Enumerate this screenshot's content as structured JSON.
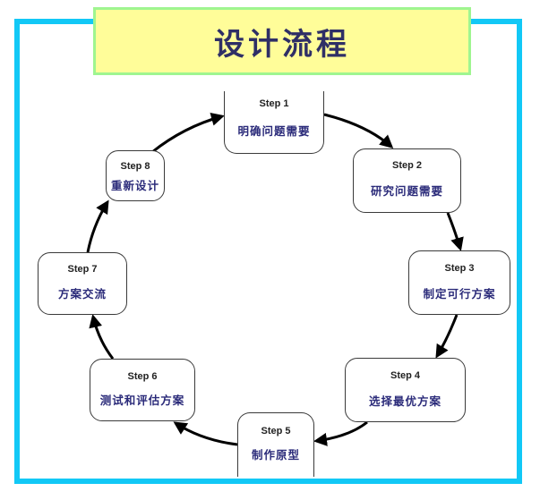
{
  "title": "设计流程",
  "colors": {
    "frame_border": "#12c8f6",
    "title_background": "#fffd99",
    "title_border": "#9ff590",
    "title_text": "#2f2f66",
    "step_text": "#2b2b7a"
  },
  "steps": [
    {
      "number": "Step 1",
      "text": "明确问题需要"
    },
    {
      "number": "Step 2",
      "text": "研究问题需要"
    },
    {
      "number": "Step 3",
      "text": "制定可行方案"
    },
    {
      "number": "Step 4",
      "text": "选择最优方案"
    },
    {
      "number": "Step 5",
      "text": "制作原型"
    },
    {
      "number": "Step 6",
      "text": "测试和评估方案"
    },
    {
      "number": "Step 7",
      "text": "方案交流"
    },
    {
      "number": "Step 8",
      "text": "重新设计"
    }
  ],
  "flow": [
    {
      "from": "Step 1",
      "to": "Step 2"
    },
    {
      "from": "Step 2",
      "to": "Step 3"
    },
    {
      "from": "Step 3",
      "to": "Step 4"
    },
    {
      "from": "Step 4",
      "to": "Step 5"
    },
    {
      "from": "Step 5",
      "to": "Step 6"
    },
    {
      "from": "Step 6",
      "to": "Step 7"
    },
    {
      "from": "Step 7",
      "to": "Step 8"
    },
    {
      "from": "Step 8",
      "to": "Step 1"
    }
  ]
}
